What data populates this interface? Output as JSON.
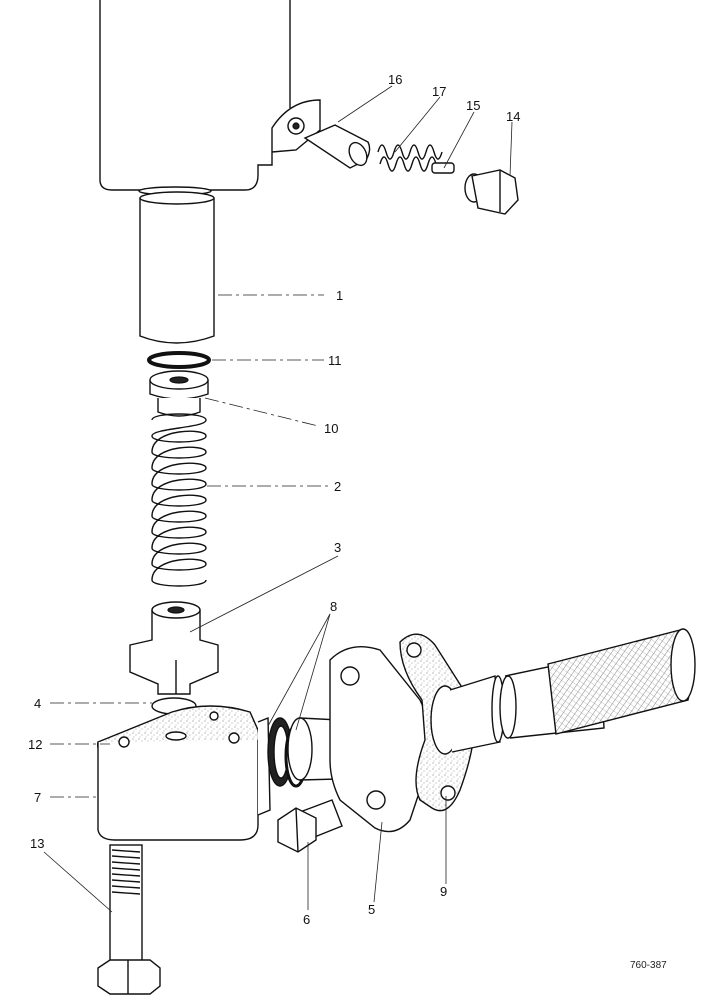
{
  "figure": {
    "reference_code": "760-387",
    "callouts": [
      "1",
      "2",
      "3",
      "4",
      "5",
      "6",
      "7",
      "8",
      "9",
      "10",
      "11",
      "12",
      "13",
      "14",
      "15",
      "16",
      "17"
    ]
  }
}
